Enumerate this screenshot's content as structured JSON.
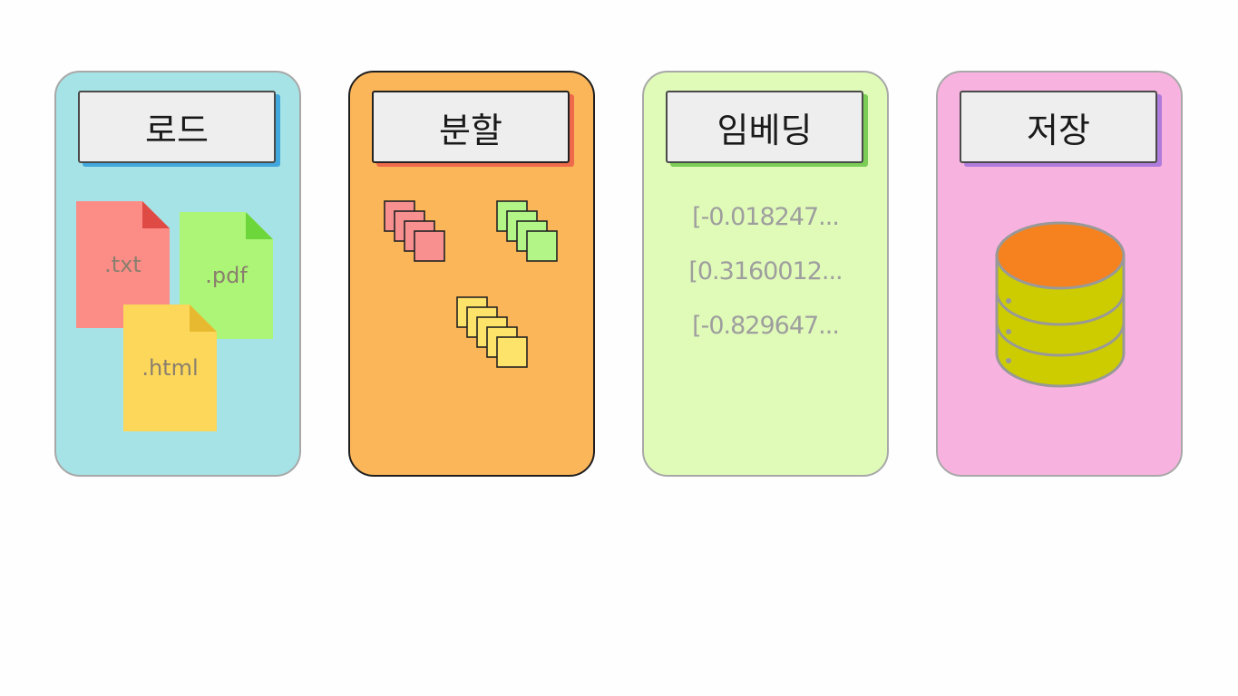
{
  "stages": [
    {
      "id": "load",
      "label": "로드",
      "files": [
        {
          "ext": ".txt",
          "color": "#fc8c86",
          "fold": "#e04a45"
        },
        {
          "ext": ".pdf",
          "color": "#acf576",
          "fold": "#6cd63b"
        },
        {
          "ext": ".html",
          "color": "#fcd75a",
          "fold": "#e7b930"
        }
      ]
    },
    {
      "id": "split",
      "label": "분할",
      "chunk_groups": [
        {
          "color": "#f89090",
          "count": 4
        },
        {
          "color": "#b4f587",
          "count": 4
        },
        {
          "color": "#fde36a",
          "count": 5
        }
      ]
    },
    {
      "id": "embed",
      "label": "임베딩",
      "vectors": [
        "[-0.018247...",
        "[0.3160012...",
        "[-0.829647..."
      ]
    },
    {
      "id": "store",
      "label": "저장",
      "database": {
        "top_color": "#f5821e",
        "body_color": "#cccc00",
        "stroke": "#999999"
      }
    }
  ],
  "colors": {
    "load_bg": "#a6e3e6",
    "split_bg": "#fcb65a",
    "embed_bg": "#e0fbb8",
    "store_bg": "#f8b2df"
  }
}
